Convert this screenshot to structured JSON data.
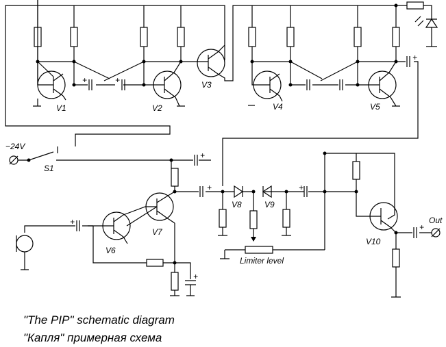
{
  "labels": {
    "v1": "V1",
    "v2": "V2",
    "v3": "V3",
    "v4": "V4",
    "v5": "V5",
    "v6": "V6",
    "v7": "V7",
    "v8": "V8",
    "v9": "V9",
    "v10": "V10",
    "supply": "−24V",
    "switch": "S1",
    "limiter": "Limiter level",
    "out": "Out"
  },
  "caption": {
    "line1": "\"The PIP\" schematic diagram",
    "line2": "\"Капля\" примерная схема"
  },
  "polarity": "+"
}
